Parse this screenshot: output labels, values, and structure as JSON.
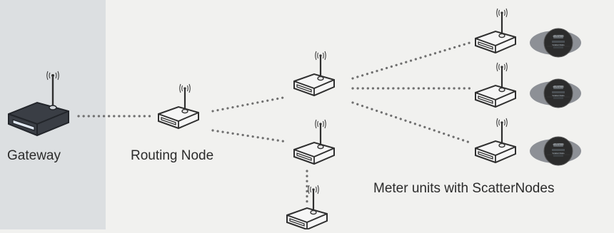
{
  "labels": {
    "gateway": "Gateway",
    "routing_node": "Routing Node",
    "meters": "Meter units with ScatterNodes"
  },
  "meter_face_text": {
    "brand": "≡ELSTER",
    "model": "Scatter Node"
  },
  "icons": {
    "gateway": "gateway-router-icon",
    "node": "node-router-icon",
    "meter": "smart-meter-icon",
    "signal": "wireless-signal-icon"
  },
  "colors": {
    "page_background": "#f1f1ef",
    "gateway_panel": "#dcdfe1",
    "gateway_body": "#3a3e45",
    "node_body": "#f4f4f4",
    "node_outline": "#2f2f2f",
    "link_dots": "#6f6f6f",
    "meter_shadow": "#8a8d92",
    "meter_face": "#2a2a2a"
  }
}
